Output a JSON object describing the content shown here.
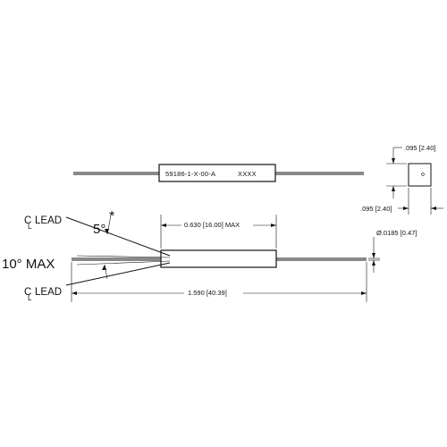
{
  "top_view": {
    "part_number": "59186-1-X-00-A",
    "marking": "XXXX"
  },
  "end_view": {
    "height_dim": ".095 [2.40]",
    "width_dim": ".095 [2.40]"
  },
  "side_view": {
    "lead_label_top_symbol": "C",
    "lead_label_top_sub": "L",
    "lead_label_top_text": "LEAD",
    "lead_label_bottom_symbol": "C",
    "lead_label_bottom_sub": "L",
    "lead_label_bottom_text": "LEAD",
    "asterisk": "*",
    "angle_5": "5°",
    "angle_10": "10° MAX",
    "body_length_dim": "0.630 [16.00] MAX",
    "lead_diameter_dim": "Ø.0185 [0.47]",
    "overall_length_dim": "1.590 [40.39]"
  }
}
